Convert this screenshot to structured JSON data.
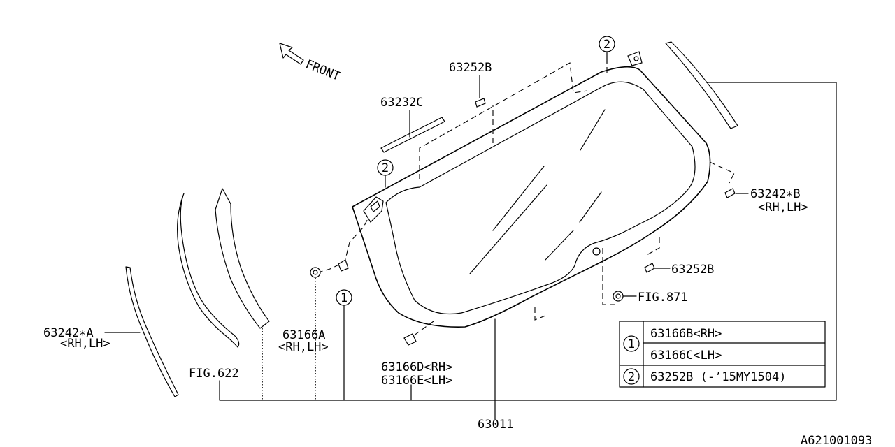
{
  "front_label": "FRONT",
  "callouts": {
    "p63252b_top": "63252B",
    "p63232c": "63232C",
    "p63242b": "63242∗B",
    "p63242b_side": "<RH,LH>",
    "p63252b_right": "63252B",
    "fig871": "FIG.871",
    "p63242a": "63242∗A",
    "p63242a_side": "<RH,LH>",
    "fig622": "FIG.622",
    "p63166a": "63166A",
    "p63166a_side": "<RH,LH>",
    "p63166d": "63166D<RH>",
    "p63166e": "63166E<LH>",
    "p63011": "63011"
  },
  "markers": {
    "one": "1",
    "two": "2"
  },
  "legend": [
    {
      "marker": "1",
      "part": "63166B<RH>"
    },
    {
      "marker": "1",
      "part": "63166C<LH>"
    },
    {
      "marker": "2",
      "part": "63252B (-’15MY1504)"
    }
  ],
  "diagram_id": "A621001093"
}
